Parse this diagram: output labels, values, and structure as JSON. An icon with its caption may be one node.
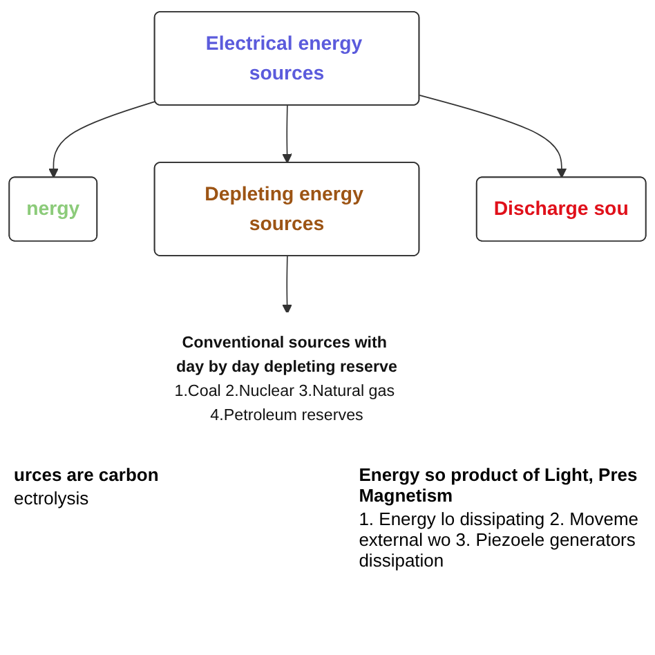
{
  "diagram": {
    "nodes": [
      {
        "text": [
          "Electrical energy sources"
        ]
      },
      {
        "text": [
          "nergy"
        ]
      },
      {
        "text": [
          "Depleting energy sources"
        ]
      },
      {
        "text": [
          "Discharge sou"
        ]
      },
      {
        "text": [
          "Conventional sources with day by day depleting reserve",
          "1.Coal 2.Nuclear 3.Natural gas 4.Petroleum reserves"
        ]
      }
    ],
    "edges": [
      {
        "from": 0,
        "to": 1,
        "arrow": "to"
      },
      {
        "from": 0,
        "to": 2,
        "arrow": "to"
      },
      {
        "from": 0,
        "to": 3,
        "arrow": "to"
      },
      {
        "from": 2,
        "to": 4,
        "arrow": "to"
      }
    ],
    "labels": [
      "urces are carbon",
      "ectrolysis",
      "Energy so product of Light, Pres Magnetism",
      "1. Energy lo dissipating 2. Moveme external wo 3. Piezoele generators dissipation"
    ]
  }
}
